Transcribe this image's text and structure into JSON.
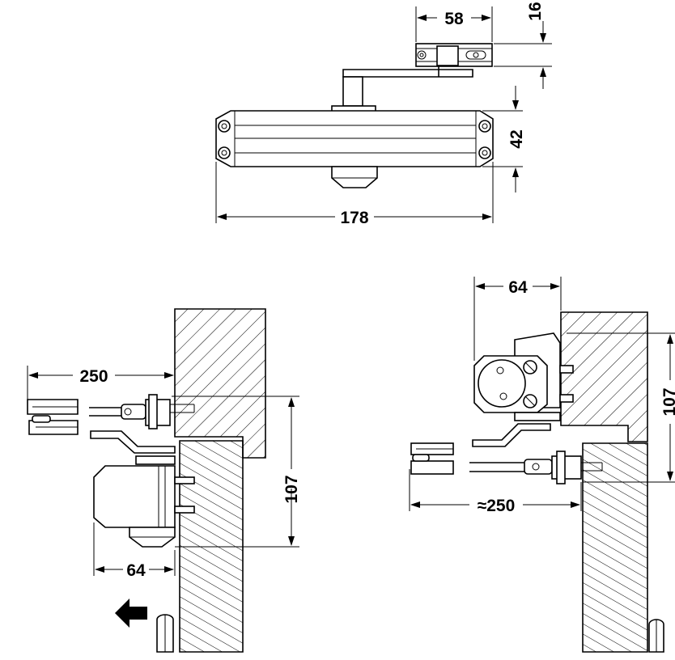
{
  "top_view": {
    "dim_arm_width": "58",
    "dim_arm_height": "16",
    "dim_body_height": "42",
    "dim_body_length": "178"
  },
  "left_view": {
    "dim_arm_reach": "250",
    "dim_height": "107",
    "dim_depth": "64"
  },
  "right_view": {
    "dim_depth": "64",
    "dim_height": "107",
    "dim_arm_reach": "≈250"
  },
  "colors": {
    "line": "#000000",
    "background": "#ffffff",
    "hatch": "#000000"
  },
  "icons": {
    "direction_arrow": "arrow-left-icon"
  }
}
